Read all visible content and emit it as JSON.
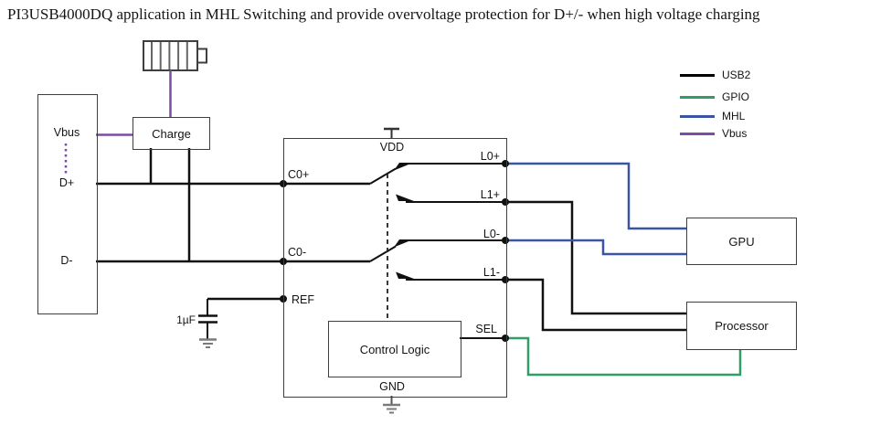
{
  "title": "PI3USB4000DQ application in MHL Switching and provide overvoltage protection for D+/- when high voltage charging",
  "colors": {
    "usb2": "#000000",
    "gpio": "#2f9e69",
    "mhl": "#3a55a4",
    "vbus": "#7c4ba8",
    "box_stroke": "#3f3f3f",
    "wire": "#111111",
    "gray": "#7a7a7a"
  },
  "legend": {
    "items": [
      {
        "label": "USB2"
      },
      {
        "label": "GPIO"
      },
      {
        "label": "MHL"
      },
      {
        "label": "Vbus"
      }
    ]
  },
  "connector": {
    "vbus": "Vbus",
    "dplus": "D+",
    "dminus": "D-"
  },
  "charge": {
    "label": "Charge"
  },
  "capacitor": {
    "value": "1µF"
  },
  "ic": {
    "vdd": "VDD",
    "gnd": "GND",
    "c0_plus": "C0+",
    "c0_minus": "C0-",
    "ref": "REF",
    "l0_plus": "L0+",
    "l1_plus": "L1+",
    "l0_minus": "L0-",
    "l1_minus": "L1-",
    "sel": "SEL",
    "control_logic": "Control Logic"
  },
  "gpu": {
    "label": "GPU"
  },
  "processor": {
    "label": "Processor"
  }
}
